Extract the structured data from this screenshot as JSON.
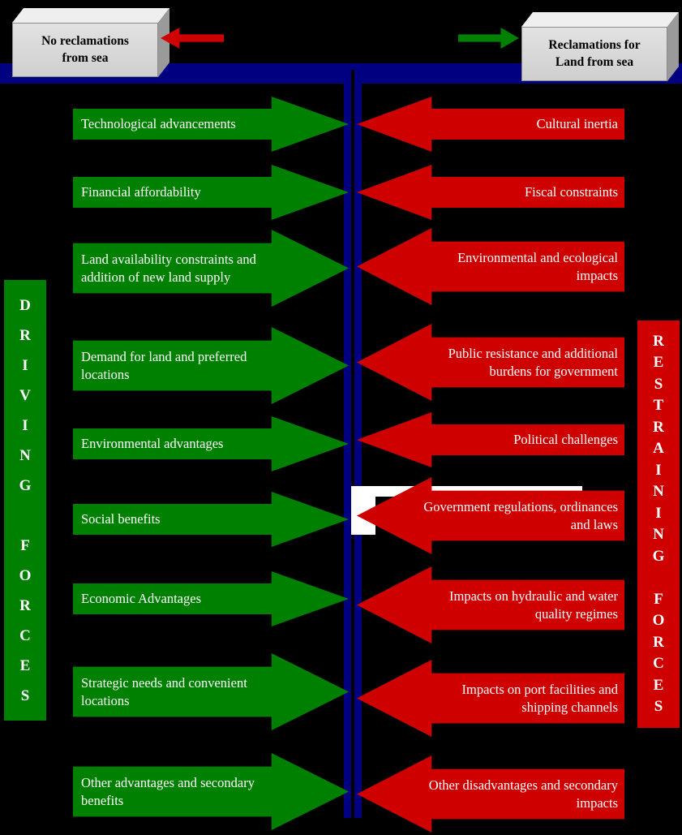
{
  "title_boxes": {
    "left": "No reclamations\nfrom sea",
    "right": "Reclamations for\nLand from sea"
  },
  "side_labels": {
    "driving": "D\nR\nI\nV\nI\nN\nG\n\nF\nO\nR\nC\nE\nS",
    "restraining": "R\nE\nS\nT\nR\nA\nI\nN\nI\nN\nG\n\nF\nO\nR\nC\nE\nS"
  },
  "forces": {
    "driving": [
      "Technological advancements",
      "Financial affordability",
      "Land availability constraints and addition of new land supply",
      "Demand for land and preferred locations",
      "Environmental advantages",
      "Social benefits",
      "Economic Advantages",
      "Strategic needs and convenient locations",
      "Other advantages and secondary benefits"
    ],
    "restraining": [
      "Cultural inertia",
      "Fiscal constraints",
      "Environmental and ecological impacts",
      "Public resistance and additional burdens for government",
      "Political challenges",
      "Government regulations, ordinances and laws",
      "Impacts on hydraulic and water quality regimes",
      "Impacts on port facilities and shipping channels",
      "Other disadvantages and secondary impacts"
    ]
  },
  "colors": {
    "driving_green": "#008000",
    "restraining_red": "#cf0000",
    "divider_navy": "#000080",
    "box_gray": "#d5d5d5",
    "background": "#000000",
    "text_white": "#ffffff"
  }
}
